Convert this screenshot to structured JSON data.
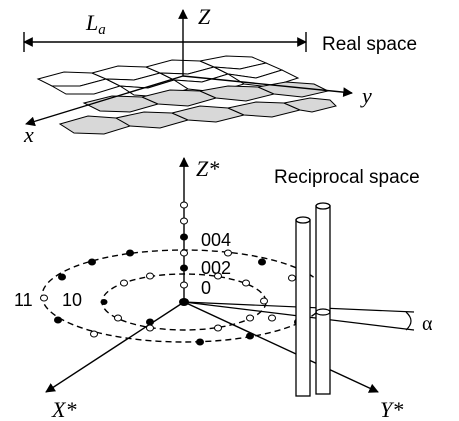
{
  "real_space": {
    "title": "Real space",
    "axis_z": "Z",
    "axis_x": "x",
    "axis_y": "y",
    "width_label": "L",
    "width_label_sub": "a"
  },
  "reciprocal_space": {
    "title": "Reciprocal space",
    "axis_z": "Z*",
    "axis_x": "X*",
    "axis_y": "Y*",
    "labels": {
      "l004": "004",
      "l002": "002",
      "l0": "0",
      "l10": "10",
      "l11": "11",
      "alpha": "α"
    }
  }
}
